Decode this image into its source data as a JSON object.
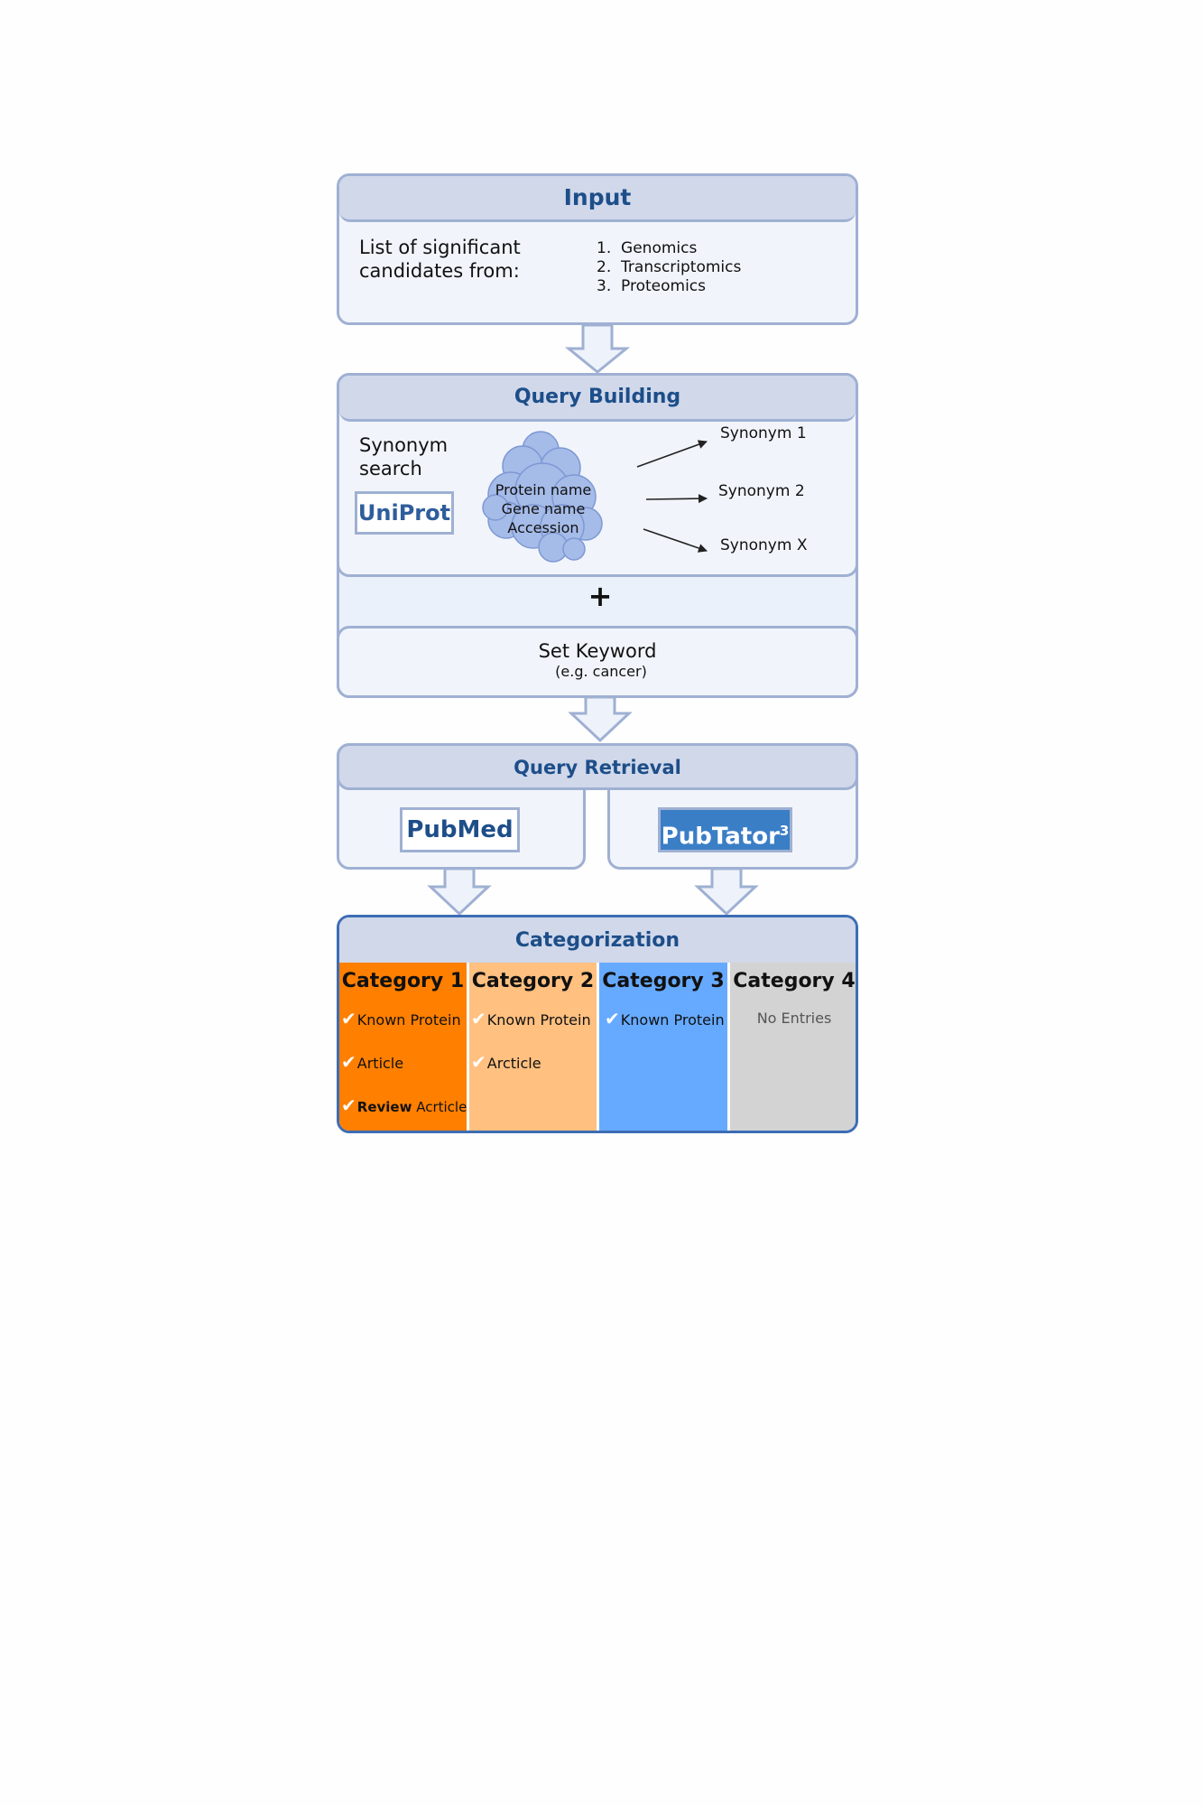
{
  "input": {
    "title": "Input",
    "description_line1": "List of significant",
    "description_line2": "candidates from:",
    "sources": [
      "Genomics",
      "Transcriptomics",
      "Proteomics"
    ]
  },
  "query_building": {
    "title": "Query Building",
    "synonym_label_line1": "Synonym",
    "synonym_label_line2": "search",
    "uniprot_logo": "UniProt",
    "protein_fields": [
      "Protein name",
      "Gene name",
      "Accession"
    ],
    "synonyms": [
      "Synonym 1",
      "Synonym 2",
      "Synonym X"
    ],
    "plus": "+",
    "keyword_title": "Set Keyword",
    "keyword_example": "(e.g. cancer)"
  },
  "query_retrieval": {
    "title": "Query Retrieval",
    "pubmed_logo": "PubMed",
    "pubtator_logo": "PubTator",
    "pubtator_superscript": "3"
  },
  "categorization": {
    "title": "Categorization",
    "categories": [
      {
        "name": "Category 1",
        "color": "#ff7f00",
        "items": [
          {
            "bold": "",
            "text": "Known Protein"
          },
          {
            "bold": "",
            "text": "Article"
          },
          {
            "bold": "Review",
            "text": " Acrticle"
          }
        ]
      },
      {
        "name": "Category 2",
        "color": "#ffc080",
        "items": [
          {
            "bold": "",
            "text": "Known Protein"
          },
          {
            "bold": "",
            "text": "Arcticle"
          }
        ]
      },
      {
        "name": "Category 3",
        "color": "#66aaff",
        "items": [
          {
            "bold": "",
            "text": "Known Protein"
          }
        ]
      },
      {
        "name": "Category 4",
        "color": "#d3d3d3",
        "empty_text": "No Entries"
      }
    ],
    "check_icon": "✔"
  },
  "colors": {
    "header_bg": "#d0d8ea",
    "panel_bg": "#f1f5fb",
    "border": "#9fb0d3",
    "title_text": "#1d4e89",
    "pubtator_bg": "#3a7ec6"
  }
}
